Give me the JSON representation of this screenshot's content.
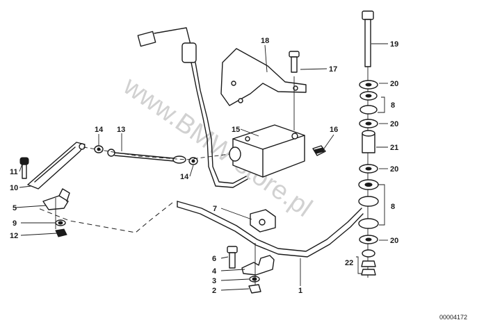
{
  "diagram": {
    "watermark": "www.BMW-store.pl",
    "reference_number": "00004172",
    "callouts": [
      {
        "id": "c1",
        "text": "1"
      },
      {
        "id": "c2",
        "text": "2"
      },
      {
        "id": "c3",
        "text": "3"
      },
      {
        "id": "c4",
        "text": "4"
      },
      {
        "id": "c5",
        "text": "5"
      },
      {
        "id": "c6",
        "text": "6"
      },
      {
        "id": "c7",
        "text": "7"
      },
      {
        "id": "c8a",
        "text": "8"
      },
      {
        "id": "c8b",
        "text": "8"
      },
      {
        "id": "c9",
        "text": "9"
      },
      {
        "id": "c10",
        "text": "10"
      },
      {
        "id": "c11",
        "text": "11"
      },
      {
        "id": "c12",
        "text": "12"
      },
      {
        "id": "c13",
        "text": "13"
      },
      {
        "id": "c14a",
        "text": "14"
      },
      {
        "id": "c14b",
        "text": "14"
      },
      {
        "id": "c15",
        "text": "15"
      },
      {
        "id": "c16",
        "text": "16"
      },
      {
        "id": "c17",
        "text": "17"
      },
      {
        "id": "c18",
        "text": "18"
      },
      {
        "id": "c19",
        "text": "19"
      },
      {
        "id": "c20a",
        "text": "20"
      },
      {
        "id": "c20b",
        "text": "20"
      },
      {
        "id": "c20c",
        "text": "20"
      },
      {
        "id": "c20d",
        "text": "20"
      },
      {
        "id": "c21",
        "text": "21"
      },
      {
        "id": "c22",
        "text": "22"
      }
    ]
  }
}
